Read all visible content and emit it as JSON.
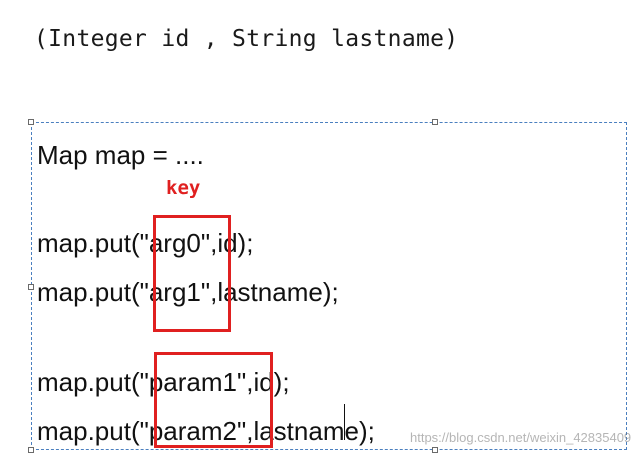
{
  "signature": "(Integer id , String lastname)",
  "code": {
    "line1": "Map map = ....",
    "key_label": "key",
    "line2": "map.put(\"arg0\",id);",
    "line3": "map.put(\"arg1\",lastname);",
    "line4": "map.put(\"param1\",id);",
    "line5": "map.put(\"param2\",lastname);"
  },
  "watermark": "https://blog.csdn.net/weixin_42835409",
  "colors": {
    "highlight": "#e02020",
    "selection_border": "#4a7fbf",
    "text": "#111111"
  }
}
